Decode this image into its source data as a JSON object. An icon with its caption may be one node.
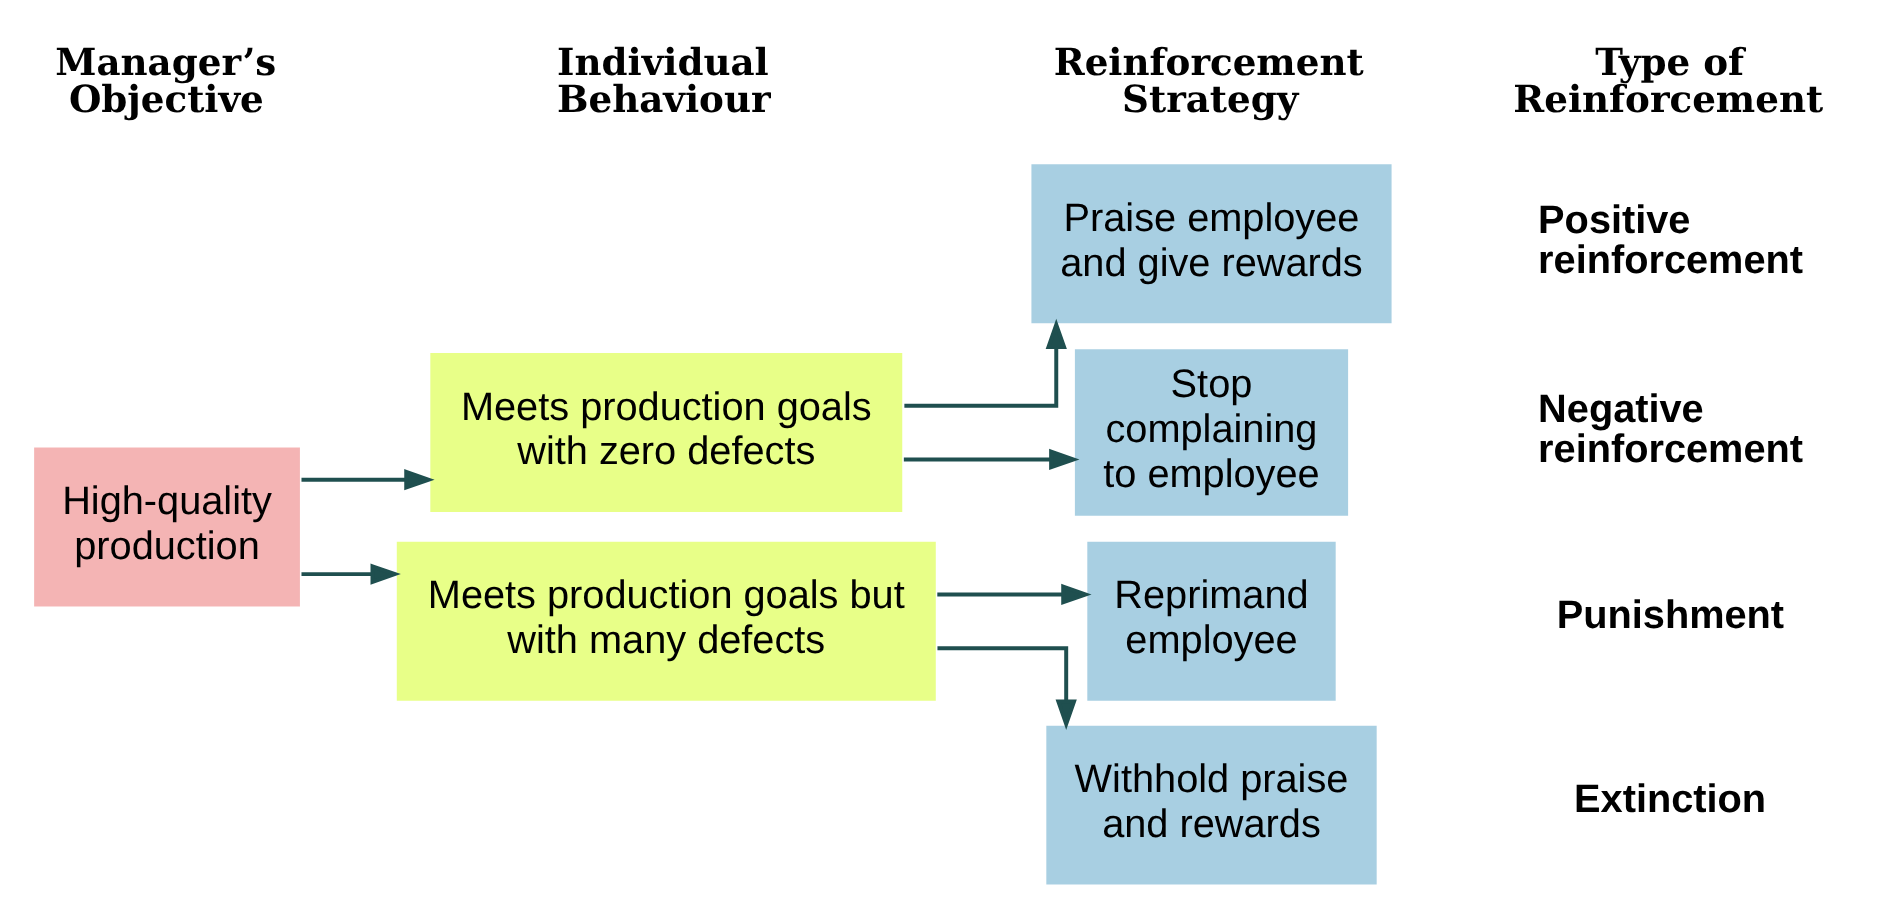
{
  "diagram": {
    "nodes": [
      {
        "text": [
          "High-quality production"
        ]
      },
      {
        "text": [
          "Meets production goals with zero defects"
        ]
      },
      {
        "text": [
          "Meets production goals but with many defects"
        ]
      },
      {
        "text": [
          "Praise employee and give rewards"
        ]
      },
      {
        "text": [
          "Stop complaining to employee"
        ]
      },
      {
        "text": [
          "Reprimand employee"
        ]
      },
      {
        "text": [
          "Withhold praise and rewards"
        ]
      }
    ],
    "edges": [
      {
        "from": 0,
        "to": 1,
        "arrow": "to"
      },
      {
        "from": 0,
        "to": 2,
        "arrow": "to"
      },
      {
        "from": 1,
        "to": 3,
        "arrow": "to"
      },
      {
        "from": 1,
        "to": 4,
        "arrow": "to"
      },
      {
        "from": 2,
        "to": 5,
        "arrow": "to"
      },
      {
        "from": 2,
        "to": 6,
        "arrow": "to"
      }
    ],
    "labels": [
      "Manager’s Objective",
      "Individual Behaviour",
      "Reinforcement Strategy",
      "Type of Reinforcement",
      "Positive reinforcement",
      "Negative reinforcement",
      "Punishment",
      "Extinction"
    ]
  }
}
